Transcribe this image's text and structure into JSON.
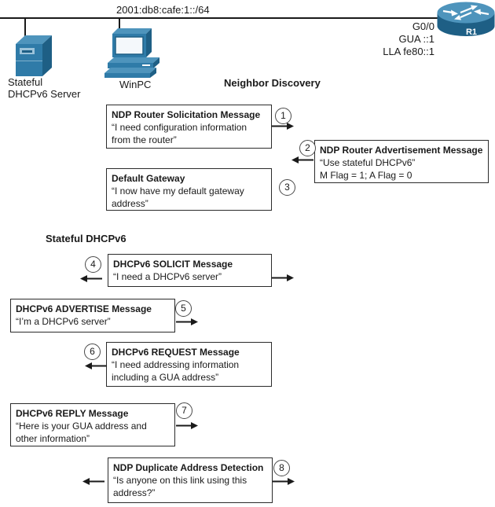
{
  "network": {
    "prefix": "2001:db8:cafe:1::/64",
    "server_label_line1": "Stateful",
    "server_label_line2": "DHCPv6 Server",
    "pc_label": "WinPC",
    "router_name": "R1",
    "router_interface": "G0/0",
    "router_gua": "GUA ::1",
    "router_lla": "LLA fe80::1"
  },
  "sections": {
    "neighbor_discovery": "Neighbor Discovery",
    "stateful_dhcpv6": "Stateful DHCPv6"
  },
  "messages": [
    {
      "num": "1",
      "title": "NDP Router Solicitation Message",
      "body": "“I need configuration information from the router”",
      "arrow_left": false,
      "arrow_right": true
    },
    {
      "num": "2",
      "title": "NDP Router Advertisement Message",
      "body": "“Use stateful DHCPv6”",
      "body2": "M Flag = 1; A Flag = 0",
      "arrow_left": true,
      "arrow_right": false
    },
    {
      "num": "3",
      "title": "Default Gateway",
      "body": "“I now have my default gateway address”",
      "arrow_left": false,
      "arrow_right": false
    },
    {
      "num": "4",
      "title": "DHCPv6 SOLICIT Message",
      "body": "“I need a DHCPv6 server”",
      "arrow_left": true,
      "arrow_right": true
    },
    {
      "num": "5",
      "title": "DHCPv6 ADVERTISE Message",
      "body": "“I’m a DHCPv6 server”",
      "arrow_left": false,
      "arrow_right": true
    },
    {
      "num": "6",
      "title": "DHCPv6 REQUEST Message",
      "body": "“I need addressing information including a GUA address”",
      "arrow_left": true,
      "arrow_right": false
    },
    {
      "num": "7",
      "title": "DHCPv6 REPLY Message",
      "body": "“Here is your GUA address and other information”",
      "arrow_left": false,
      "arrow_right": true
    },
    {
      "num": "8",
      "title": "NDP Duplicate Address Detection",
      "body": "“Is anyone on this link using this address?”",
      "arrow_left": true,
      "arrow_right": true
    }
  ],
  "colors": {
    "background": "#ffffff",
    "line": "#1a1a1a",
    "box_border": "#2b2b2b",
    "icon_front": "#2f7ba8",
    "icon_dark": "#1e5f85",
    "icon_light": "#4e94bc"
  }
}
